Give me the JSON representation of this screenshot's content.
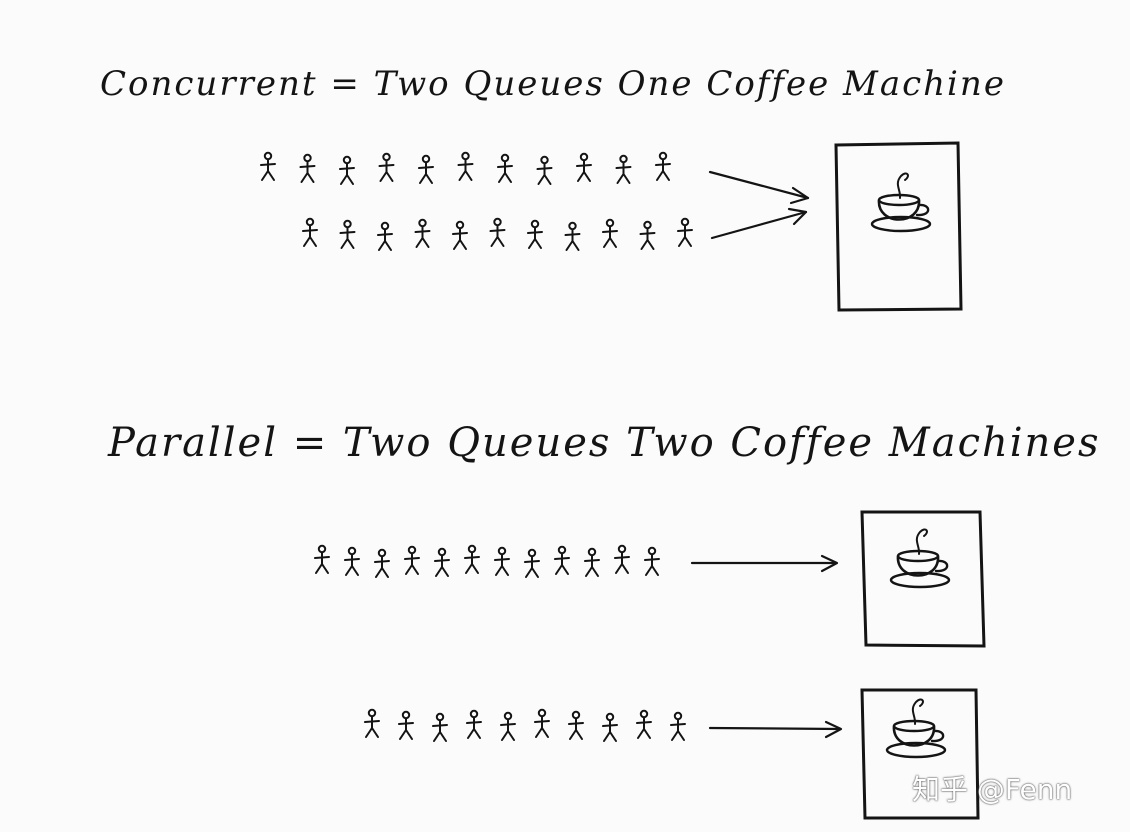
{
  "concurrent": {
    "title": "Concurrent = Two Queues One Coffee Machine",
    "queues": [
      {
        "people": 11
      },
      {
        "people": 11
      }
    ],
    "machines": 1
  },
  "parallel": {
    "title": "Parallel = Two Queues Two Coffee Machines",
    "queues": [
      {
        "people": 12
      },
      {
        "people": 10
      }
    ],
    "machines": 2
  },
  "icons": {
    "person": "stick-figure-icon",
    "machine": "coffee-machine-icon",
    "cup": "coffee-cup-icon",
    "arrow": "arrow-right-icon"
  },
  "colors": {
    "ink": "#141414",
    "background": "#fbfbfb"
  },
  "watermark": "知乎 @Fenn"
}
